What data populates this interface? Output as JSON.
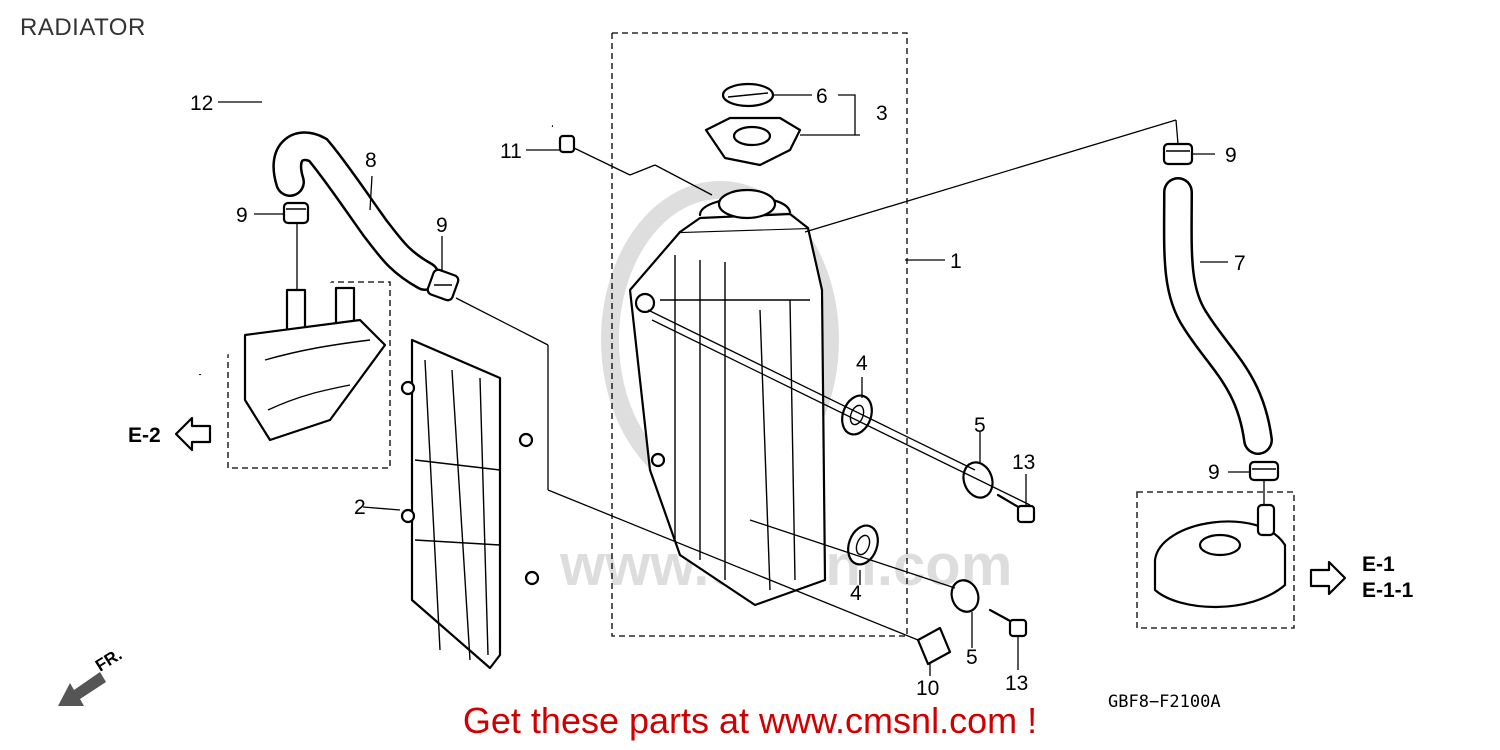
{
  "page_title": "RADIATOR",
  "banner": "Get these parts at www.cmsnl.com !",
  "diagram_code": "GBF8−F2100A",
  "watermark": "www.cmsnl.com",
  "part_callouts": [
    "1",
    "2",
    "3",
    "4",
    "4",
    "5",
    "5",
    "6",
    "7",
    "8",
    "9",
    "9",
    "9",
    "9",
    "10",
    "11",
    "12",
    "13",
    "13"
  ],
  "references": {
    "left": "E-2",
    "right_line1": "E-1",
    "right_line2": "E-1-1",
    "front": "FR."
  }
}
